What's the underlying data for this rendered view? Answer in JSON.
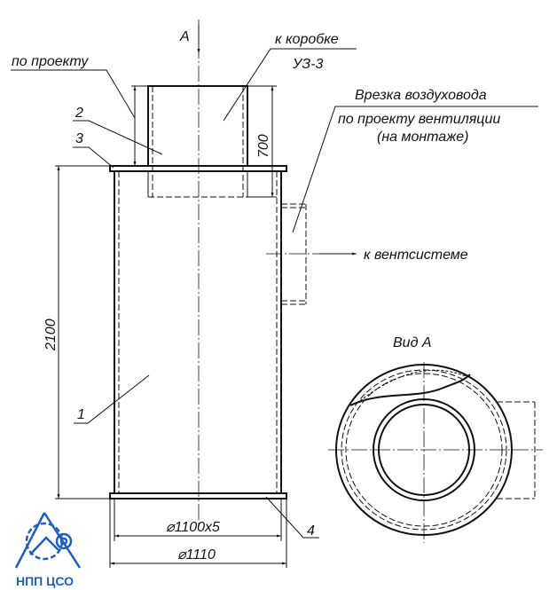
{
  "view_label": "A",
  "labels": {
    "to_box_line1": "к коробке",
    "to_box_line2": "УЗ-3",
    "by_project": "по проекту",
    "duct_cut_line1": "Врезка воздуховода",
    "duct_cut_line2": "по проекту вентиляции",
    "duct_cut_line3": "(на монтаже)",
    "to_vent_system": "к вентсистеме",
    "view_a_title": "Вид А"
  },
  "positions": [
    "1",
    "2",
    "3",
    "4"
  ],
  "dimensions": {
    "top_pipe_height": "700",
    "body_height": "2100",
    "body_diameter": "⌀1100x5",
    "flange_diameter": "⌀1110"
  },
  "logo": {
    "text": "НПП ЦСО",
    "color": "#1f5fc0"
  }
}
